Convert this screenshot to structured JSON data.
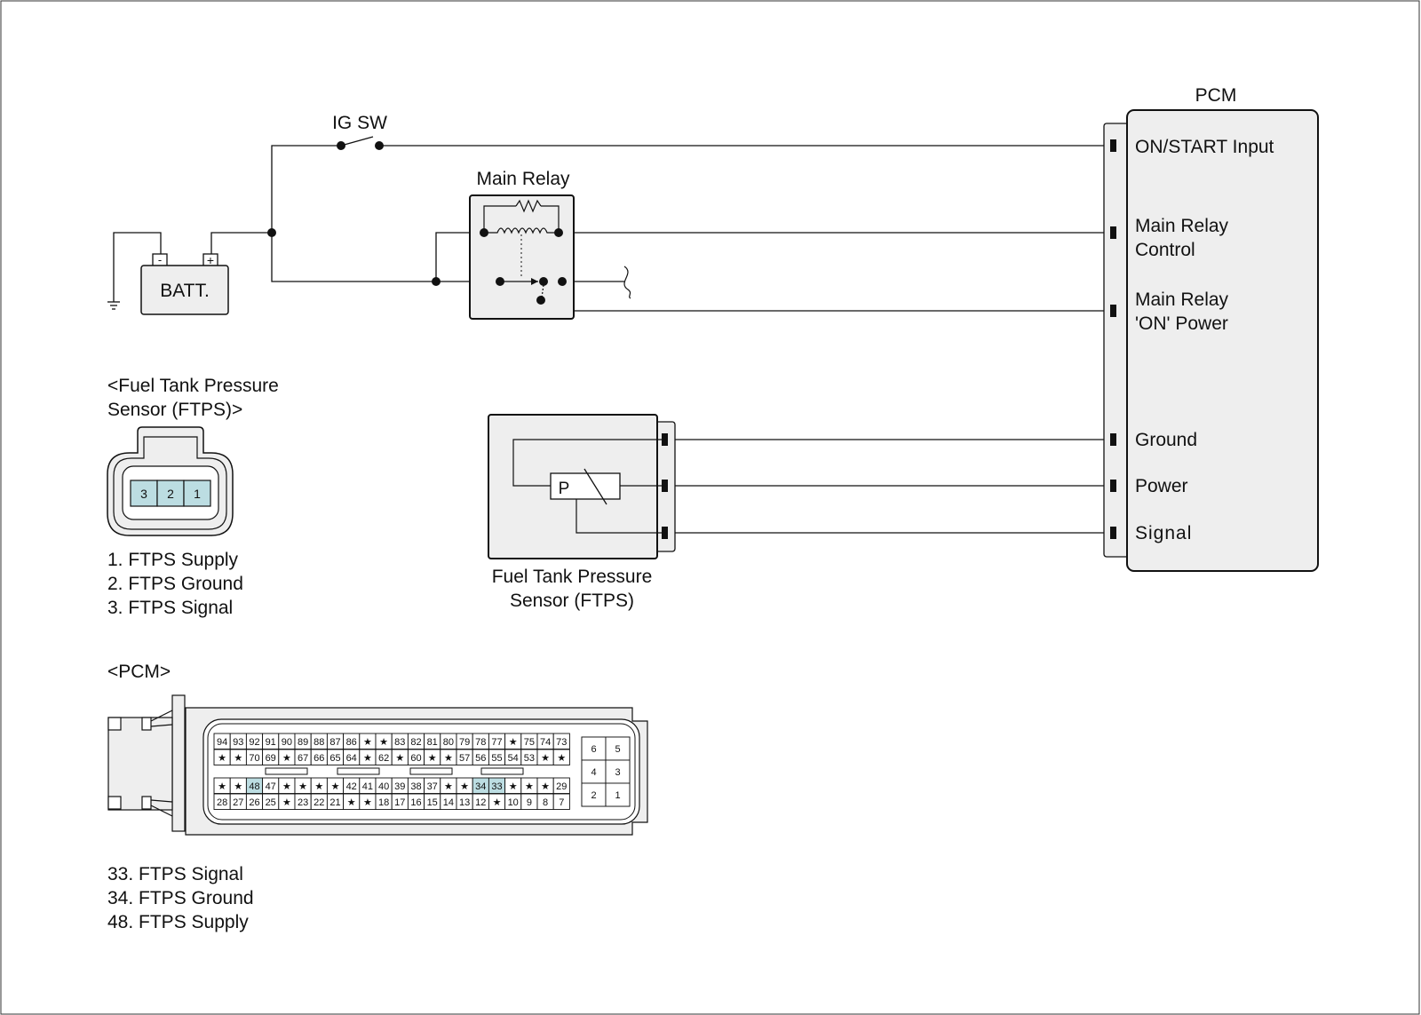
{
  "batt_label": "BATT.",
  "batt_neg": "-",
  "batt_pos": "+",
  "ig_sw_label": "IG SW",
  "main_relay_label": "Main Relay",
  "pcm_title": "PCM",
  "pcm_pins": [
    {
      "line1": "ON/START Input",
      "line2": ""
    },
    {
      "line1": "Main Relay",
      "line2": "Control"
    },
    {
      "line1": "Main Relay",
      "line2": "'ON' Power"
    },
    {
      "line1": "Ground",
      "line2": ""
    },
    {
      "line1": "Power",
      "line2": ""
    },
    {
      "line1": "Signal",
      "line2": ""
    }
  ],
  "ftps_symbol": "P",
  "ftps_label": [
    "Fuel Tank Pressure",
    "Sensor (FTPS)"
  ],
  "ftps_connector": {
    "title": [
      "<Fuel Tank Pressure",
      "Sensor (FTPS)>"
    ],
    "pins": [
      "3",
      "2",
      "1"
    ],
    "highlighted": [
      "3",
      "2",
      "1"
    ],
    "legend": [
      "1. FTPS Supply",
      "2. FTPS Ground",
      "3. FTPS Signal"
    ]
  },
  "pcm_connector": {
    "title": "<PCM>",
    "rows": [
      [
        "94",
        "93",
        "92",
        "91",
        "90",
        "89",
        "88",
        "87",
        "86",
        "★",
        "★",
        "83",
        "82",
        "81",
        "80",
        "79",
        "78",
        "77",
        "★",
        "75",
        "74",
        "73"
      ],
      [
        "★",
        "★",
        "70",
        "69",
        "★",
        "67",
        "66",
        "65",
        "64",
        "★",
        "62",
        "★",
        "60",
        "★",
        "★",
        "57",
        "56",
        "55",
        "54",
        "53",
        "★",
        "★"
      ],
      [
        "★",
        "★",
        "48",
        "47",
        "★",
        "★",
        "★",
        "★",
        "42",
        "41",
        "40",
        "39",
        "38",
        "37",
        "★",
        "★",
        "34",
        "33",
        "★",
        "★",
        "★",
        "29"
      ],
      [
        "28",
        "27",
        "26",
        "25",
        "★",
        "23",
        "22",
        "21",
        "★",
        "★",
        "18",
        "17",
        "16",
        "15",
        "14",
        "13",
        "12",
        "★",
        "10",
        "9",
        "8",
        "7"
      ]
    ],
    "highlighted": [
      "48",
      "34",
      "33"
    ],
    "side_pins": [
      [
        "6",
        "5"
      ],
      [
        "4",
        "3"
      ],
      [
        "2",
        "1"
      ]
    ],
    "legend": [
      "33. FTPS Signal",
      "34. FTPS Ground",
      "48. FTPS Supply"
    ]
  },
  "colors": {
    "highlight": "#bcdde2",
    "module_fill": "#eeeeee",
    "line": "#111111"
  }
}
